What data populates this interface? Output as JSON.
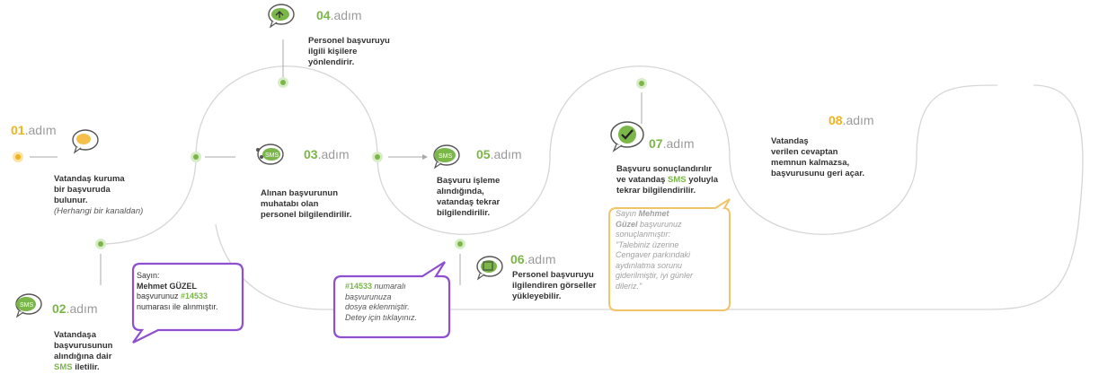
{
  "colors": {
    "green": "#7ab648",
    "yellow": "#f2b21b",
    "purple": "#8e4fd1",
    "line": "#d0d0d0"
  },
  "steps": [
    {
      "num": "01",
      "suffix": ".adım",
      "lines": [
        "Vatandaş kuruma",
        "bir başvuruda",
        "bulunur."
      ],
      "note": "(Herhangi bir kanaldan)",
      "icon": "chat-bubble-icon"
    },
    {
      "num": "02",
      "suffix": ".adım",
      "lines": [
        "Vatandaşa",
        "başvurusunun",
        "alındığına dair"
      ],
      "sms": "SMS",
      "last": " iletilir.",
      "icon": "sms-chat-icon"
    },
    {
      "num": "03",
      "suffix": ".adım",
      "lines": [
        "Alınan başvurunun",
        "muhatabı olan",
        "personel bilgilendirilir."
      ],
      "icon": "people-sms-icon"
    },
    {
      "num": "04",
      "suffix": ".adım",
      "lines": [
        "Personel başvuruyu",
        "ilgili kişilere",
        "yönlendirir."
      ],
      "icon": "forward-chat-icon"
    },
    {
      "num": "05",
      "suffix": ".adım",
      "lines": [
        "Başvuru işleme",
        "alındığında,",
        "vatandaş tekrar",
        "bilgilendirilir."
      ],
      "icon": "sms-chat-icon"
    },
    {
      "num": "06",
      "suffix": ".adım",
      "lines": [
        "Personel başvuruyu",
        "ilgilendiren görseller",
        "yükleyebilir."
      ],
      "icon": "image-chat-icon"
    },
    {
      "num": "07",
      "suffix": ".adım",
      "lines": [
        "Başvuru sonuçlandırılır",
        "ve vatandaş"
      ],
      "sms": "SMS",
      "after": " yoluyla",
      "lines2": [
        "tekrar bilgilendirilir."
      ],
      "icon": "checkmark-chat-icon"
    },
    {
      "num": "08",
      "suffix": ".adım",
      "lines": [
        "Vatandaş",
        "verilen cevaptan",
        "memnun kalmazsa,",
        "başvurusunu geri açar."
      ]
    }
  ],
  "callouts": {
    "c02": {
      "l1": "Sayın:",
      "name": "Mehmet GÜZEL",
      "l3a": "başvurunuz ",
      "id": "#14533",
      "l4": "numarası ile alınmıştır."
    },
    "c06": {
      "id": "#14533",
      "l1": " numaralı",
      "l2": "başvurunuza",
      "l3": "dosya eklenmiştir.",
      "l4": "Detey için tıklayınız."
    },
    "c07": {
      "l1a": "Sayın ",
      "name1": "Mehmet",
      "name2": "Güzel",
      "l2b": " başvurunuz",
      "l3": "sonuçlanmıştır:",
      "l4": "\"Talebiniz üzerine",
      "l5": "Cengaver parkındaki",
      "l6": "aydınlatma sorunu",
      "l7": "giderilmiştir, iyi günler",
      "l8": "dileriz.\""
    }
  }
}
